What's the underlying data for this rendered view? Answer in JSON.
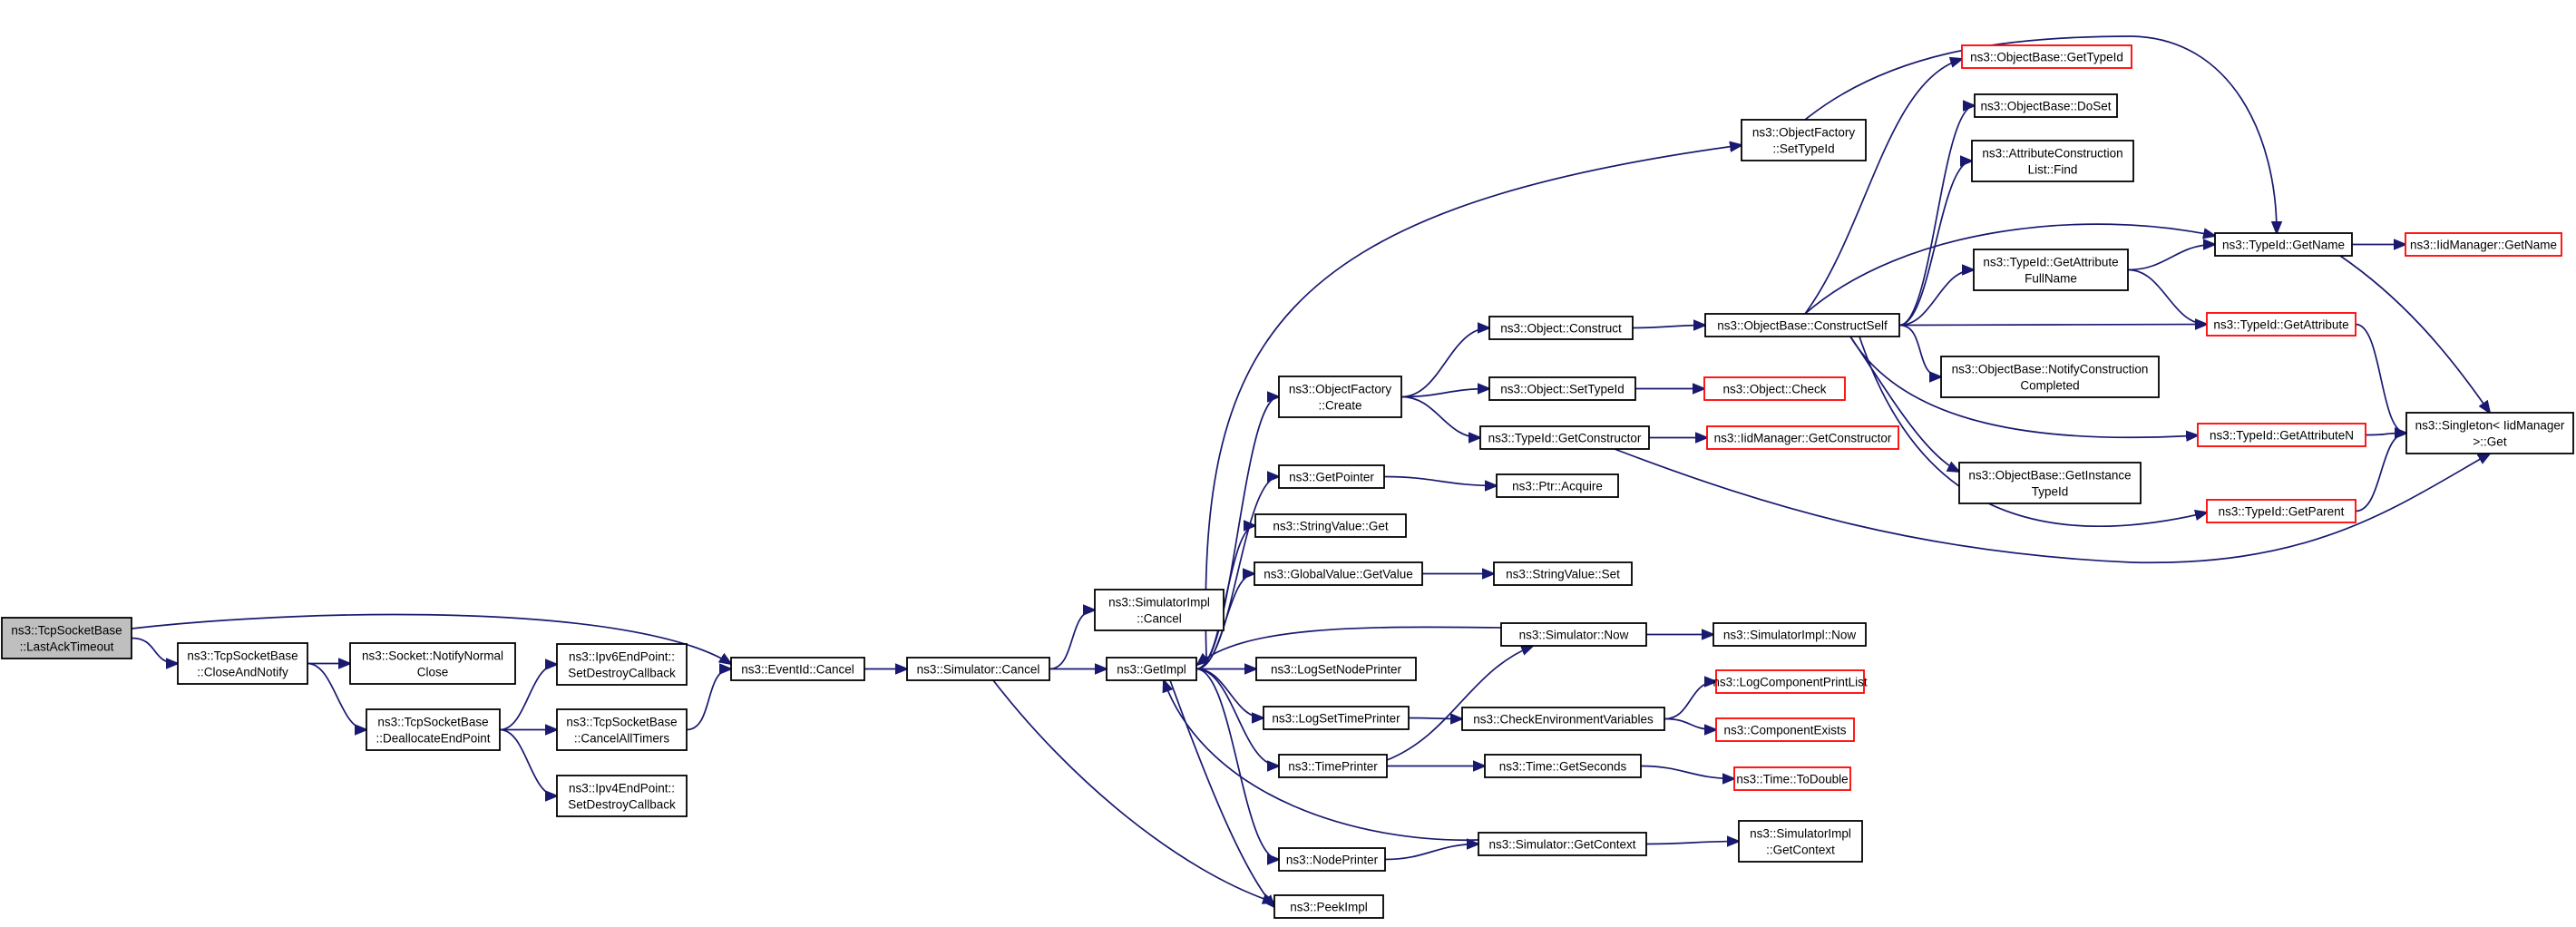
{
  "colors": {
    "edge": "#191970",
    "node_border": "#000000",
    "node_border_link_missing": "#ff0000",
    "root_fill": "#bfbfbf"
  },
  "nodes": [
    {
      "id": "root",
      "lines": [
        "ns3::TcpSocketBase",
        "::LastAckTimeout"
      ],
      "style": "root"
    },
    {
      "id": "cnotify",
      "lines": [
        "ns3::TcpSocketBase",
        "::CloseAndNotify"
      ]
    },
    {
      "id": "notifyclose",
      "lines": [
        "ns3::Socket::NotifyNormal",
        "Close"
      ]
    },
    {
      "id": "dealloc",
      "lines": [
        "ns3::TcpSocketBase",
        "::DeallocateEndPoint"
      ]
    },
    {
      "id": "ipv6",
      "lines": [
        "ns3::Ipv6EndPoint::",
        "SetDestroyCallback"
      ]
    },
    {
      "id": "cancelall",
      "lines": [
        "ns3::TcpSocketBase",
        "::CancelAllTimers"
      ]
    },
    {
      "id": "ipv4",
      "lines": [
        "ns3::Ipv4EndPoint::",
        "SetDestroyCallback"
      ]
    },
    {
      "id": "evcancel",
      "lines": [
        "ns3::EventId::Cancel"
      ]
    },
    {
      "id": "simcancel",
      "lines": [
        "ns3::Simulator::Cancel"
      ]
    },
    {
      "id": "simimplcancel",
      "lines": [
        "ns3::SimulatorImpl",
        "::Cancel"
      ]
    },
    {
      "id": "getimpl",
      "lines": [
        "ns3::GetImpl"
      ]
    },
    {
      "id": "peekimpl",
      "lines": [
        "ns3::PeekImpl"
      ]
    },
    {
      "id": "ofcreate",
      "lines": [
        "ns3::ObjectFactory",
        "::Create"
      ]
    },
    {
      "id": "getpointer",
      "lines": [
        "ns3::GetPointer"
      ]
    },
    {
      "id": "strvalget",
      "lines": [
        "ns3::StringValue::Get"
      ]
    },
    {
      "id": "gvgetvalue",
      "lines": [
        "ns3::GlobalValue::GetValue"
      ]
    },
    {
      "id": "lognodeprinter",
      "lines": [
        "ns3::LogSetNodePrinter"
      ]
    },
    {
      "id": "logtimeprinter",
      "lines": [
        "ns3::LogSetTimePrinter"
      ]
    },
    {
      "id": "timeprinter",
      "lines": [
        "ns3::TimePrinter"
      ]
    },
    {
      "id": "nodeprinter",
      "lines": [
        "ns3::NodePrinter"
      ]
    },
    {
      "id": "ofsettypeid",
      "lines": [
        "ns3::ObjectFactory",
        "::SetTypeId"
      ]
    },
    {
      "id": "objconstruct",
      "lines": [
        "ns3::Object::Construct"
      ]
    },
    {
      "id": "objsettypeid",
      "lines": [
        "ns3::Object::SetTypeId"
      ]
    },
    {
      "id": "tidgetctor",
      "lines": [
        "ns3::TypeId::GetConstructor"
      ]
    },
    {
      "id": "ptracquire",
      "lines": [
        "ns3::Ptr::Acquire"
      ]
    },
    {
      "id": "strvalset",
      "lines": [
        "ns3::StringValue::Set"
      ]
    },
    {
      "id": "simnow",
      "lines": [
        "ns3::Simulator::Now"
      ]
    },
    {
      "id": "checkenv",
      "lines": [
        "ns3::CheckEnvironmentVariables"
      ]
    },
    {
      "id": "timegetsec",
      "lines": [
        "ns3::Time::GetSeconds"
      ]
    },
    {
      "id": "simgetctx",
      "lines": [
        "ns3::Simulator::GetContext"
      ]
    },
    {
      "id": "objcheck",
      "lines": [
        "ns3::Object::Check"
      ],
      "style": "red"
    },
    {
      "id": "iidgetctor",
      "lines": [
        "ns3::IidManager::GetConstructor"
      ],
      "style": "red"
    },
    {
      "id": "simimplnow",
      "lines": [
        "ns3::SimulatorImpl::Now"
      ]
    },
    {
      "id": "logcomplist",
      "lines": [
        "ns3::LogComponentPrintList"
      ],
      "style": "red"
    },
    {
      "id": "compexists",
      "lines": [
        "ns3::ComponentExists"
      ],
      "style": "red"
    },
    {
      "id": "timetodouble",
      "lines": [
        "ns3::Time::ToDouble"
      ],
      "style": "red"
    },
    {
      "id": "simimplgetctx",
      "lines": [
        "ns3::SimulatorImpl",
        "::GetContext"
      ]
    },
    {
      "id": "obconstructself",
      "lines": [
        "ns3::ObjectBase::ConstructSelf"
      ]
    },
    {
      "id": "obgettypeid",
      "lines": [
        "ns3::ObjectBase::GetTypeId"
      ],
      "style": "red"
    },
    {
      "id": "obdoset",
      "lines": [
        "ns3::ObjectBase::DoSet"
      ]
    },
    {
      "id": "aclfind",
      "lines": [
        "ns3::AttributeConstruction",
        "List::Find"
      ]
    },
    {
      "id": "tidgetattrfull",
      "lines": [
        "ns3::TypeId::GetAttribute",
        "FullName"
      ]
    },
    {
      "id": "obnotify",
      "lines": [
        "ns3::ObjectBase::NotifyConstruction",
        "Completed"
      ]
    },
    {
      "id": "obgetinst",
      "lines": [
        "ns3::ObjectBase::GetInstance",
        "TypeId"
      ]
    },
    {
      "id": "tidgetname",
      "lines": [
        "ns3::TypeId::GetName"
      ]
    },
    {
      "id": "tidgetattr",
      "lines": [
        "ns3::TypeId::GetAttribute"
      ],
      "style": "red"
    },
    {
      "id": "tidgetattrn",
      "lines": [
        "ns3::TypeId::GetAttributeN"
      ],
      "style": "red"
    },
    {
      "id": "tidgetparent",
      "lines": [
        "ns3::TypeId::GetParent"
      ],
      "style": "red"
    },
    {
      "id": "iidgetname",
      "lines": [
        "ns3::IidManager::GetName"
      ],
      "style": "red"
    },
    {
      "id": "singleton",
      "lines": [
        "ns3::Singleton< IidManager",
        ">::Get"
      ]
    }
  ],
  "edges": [
    [
      "root",
      "cnotify"
    ],
    [
      "root",
      "evcancel"
    ],
    [
      "cnotify",
      "notifyclose"
    ],
    [
      "cnotify",
      "dealloc"
    ],
    [
      "dealloc",
      "ipv6"
    ],
    [
      "dealloc",
      "cancelall"
    ],
    [
      "dealloc",
      "ipv4"
    ],
    [
      "cancelall",
      "evcancel"
    ],
    [
      "evcancel",
      "simcancel"
    ],
    [
      "simcancel",
      "simimplcancel"
    ],
    [
      "simcancel",
      "getimpl"
    ],
    [
      "simcancel",
      "peekimpl"
    ],
    [
      "getimpl",
      "ofsettypeid"
    ],
    [
      "getimpl",
      "ofcreate"
    ],
    [
      "getimpl",
      "getpointer"
    ],
    [
      "getimpl",
      "strvalget"
    ],
    [
      "getimpl",
      "gvgetvalue"
    ],
    [
      "getimpl",
      "lognodeprinter"
    ],
    [
      "getimpl",
      "logtimeprinter"
    ],
    [
      "getimpl",
      "timeprinter"
    ],
    [
      "getimpl",
      "nodeprinter"
    ],
    [
      "getimpl",
      "peekimpl"
    ],
    [
      "simnow",
      "getimpl"
    ],
    [
      "simgetctx",
      "getimpl"
    ],
    [
      "ofcreate",
      "objconstruct"
    ],
    [
      "ofcreate",
      "objsettypeid"
    ],
    [
      "ofcreate",
      "tidgetctor"
    ],
    [
      "getpointer",
      "ptracquire"
    ],
    [
      "gvgetvalue",
      "strvalset"
    ],
    [
      "logtimeprinter",
      "checkenv"
    ],
    [
      "timeprinter",
      "simnow"
    ],
    [
      "timeprinter",
      "timegetsec"
    ],
    [
      "nodeprinter",
      "simgetctx"
    ],
    [
      "objconstruct",
      "obconstructself"
    ],
    [
      "objsettypeid",
      "objcheck"
    ],
    [
      "tidgetctor",
      "iidgetctor"
    ],
    [
      "tidgetctor",
      "singleton"
    ],
    [
      "simnow",
      "simimplnow"
    ],
    [
      "checkenv",
      "logcomplist"
    ],
    [
      "checkenv",
      "compexists"
    ],
    [
      "timegetsec",
      "timetodouble"
    ],
    [
      "simgetctx",
      "simimplgetctx"
    ],
    [
      "obconstructself",
      "obgettypeid"
    ],
    [
      "obconstructself",
      "obdoset"
    ],
    [
      "obconstructself",
      "aclfind"
    ],
    [
      "obconstructself",
      "tidgetname"
    ],
    [
      "obconstructself",
      "tidgetattrfull"
    ],
    [
      "obconstructself",
      "tidgetattr"
    ],
    [
      "obconstructself",
      "obnotify"
    ],
    [
      "obconstructself",
      "tidgetattrn"
    ],
    [
      "obconstructself",
      "obgetinst"
    ],
    [
      "obconstructself",
      "tidgetparent"
    ],
    [
      "tidgetattrfull",
      "tidgetname"
    ],
    [
      "tidgetattrfull",
      "tidgetattr"
    ],
    [
      "tidgetname",
      "iidgetname"
    ],
    [
      "tidgetname",
      "singleton"
    ],
    [
      "tidgetattr",
      "singleton"
    ],
    [
      "tidgetattrn",
      "singleton"
    ],
    [
      "tidgetparent",
      "singleton"
    ],
    [
      "ofsettypeid",
      "tidgetname"
    ]
  ]
}
